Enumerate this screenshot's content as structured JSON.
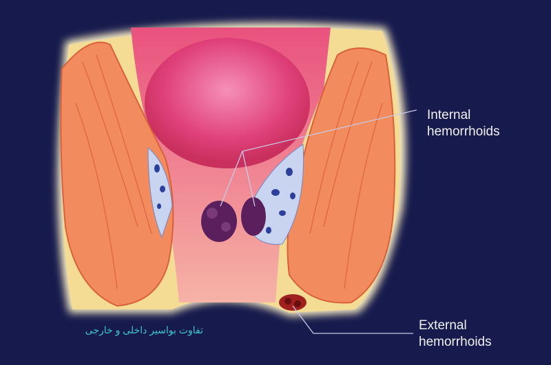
{
  "labels": {
    "internal": [
      "Internal",
      "hemorrhoids"
    ],
    "external": [
      "External",
      "hemorrhoids"
    ]
  },
  "caption": "تفاوت بواسیر داخلی و خارجی",
  "colors": {
    "background": "#161a4c",
    "muscle": "#f08a5e",
    "fat": "#f7e2a0",
    "lumen": "#e8527a",
    "hemorrhoid": "#5a1f5c",
    "caption": "#3fc6cf"
  }
}
